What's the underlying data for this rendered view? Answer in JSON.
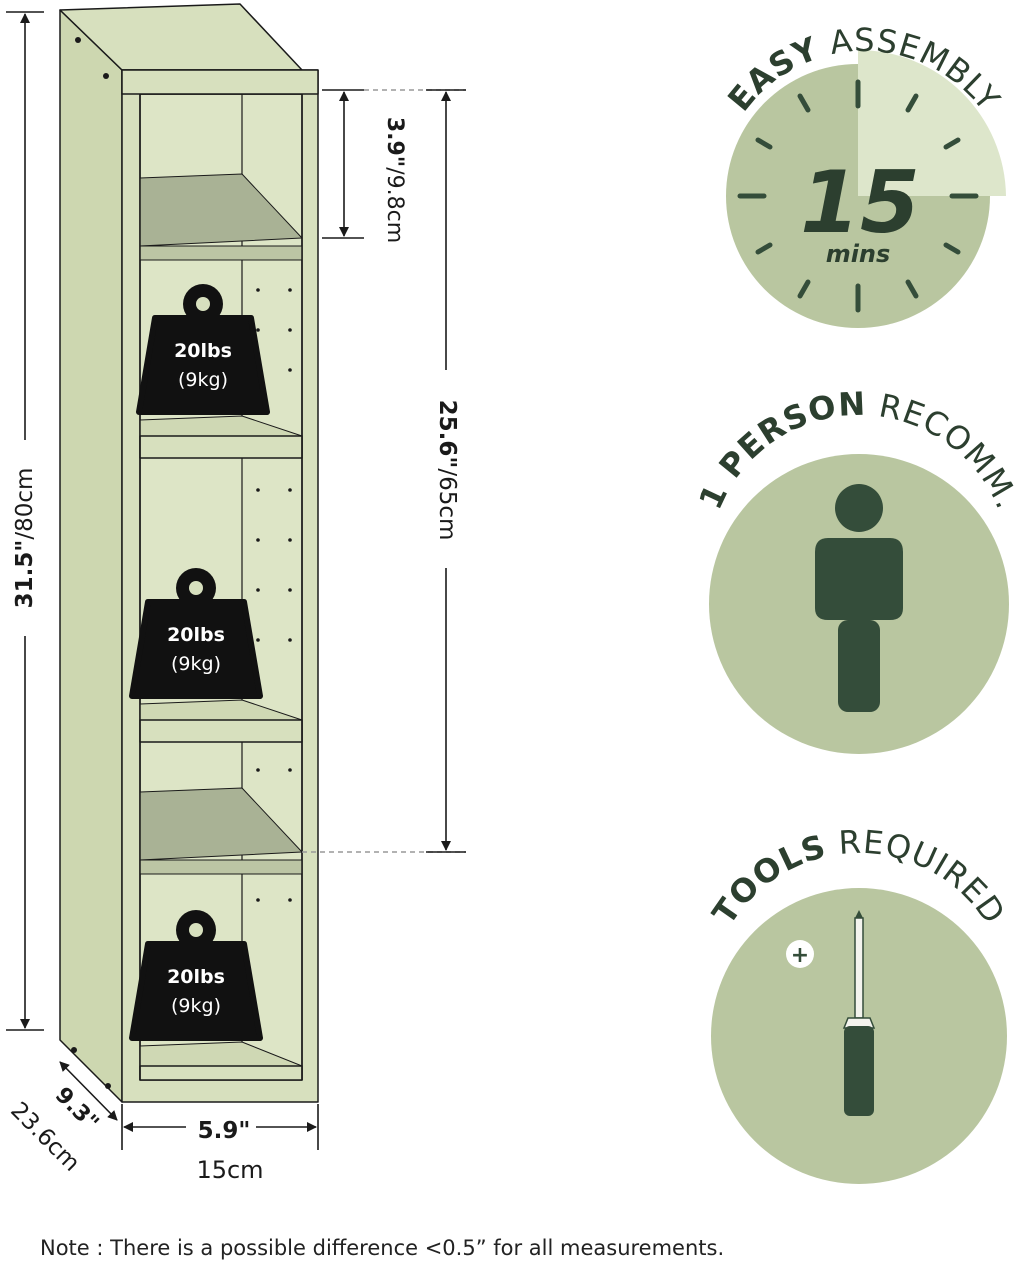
{
  "colors": {
    "shelf_face": "#d7e0be",
    "shelf_side": "#cdd7b0",
    "shelf_inner": "#dde5c6",
    "shelf_glass": "#a9b295",
    "outline": "#1a1a1a",
    "circle_light": "#b9c6a0",
    "circle_pale": "#dde6cb",
    "icon_dark": "#344d3a",
    "weight_black": "#111111",
    "text_dark": "#1a1a1a",
    "text_label": "#2c3f2f"
  },
  "dimensions": {
    "height_in": "31.5\"",
    "height_cm": "/80cm",
    "span_in": "25.6\"",
    "span_cm": "/65cm",
    "gap_in": "3.9\"",
    "gap_cm": "/9.8cm",
    "width_in": "5.9\"",
    "width_cm": "15cm",
    "depth_in": "9.3\"",
    "depth_cm": "23.6cm"
  },
  "weights": [
    {
      "lbs": "20lbs",
      "kg": "(9kg)"
    },
    {
      "lbs": "20lbs",
      "kg": "(9kg)"
    },
    {
      "lbs": "20lbs",
      "kg": "(9kg)"
    }
  ],
  "assembly": {
    "label_bold": "EASY",
    "label_rest": "ASSEMBLY",
    "number": "15",
    "unit": "mins",
    "icon": "clock-icon"
  },
  "person": {
    "label_bold": "1 PERSON",
    "label_rest": "RECOMM.",
    "icon": "person-icon"
  },
  "tools": {
    "label_bold": "TOOLS",
    "label_rest": "REQUIRED",
    "icon": "screwdriver-icon",
    "plus": "+"
  },
  "note": "Note : There is a possible difference <0.5” for all measurements."
}
